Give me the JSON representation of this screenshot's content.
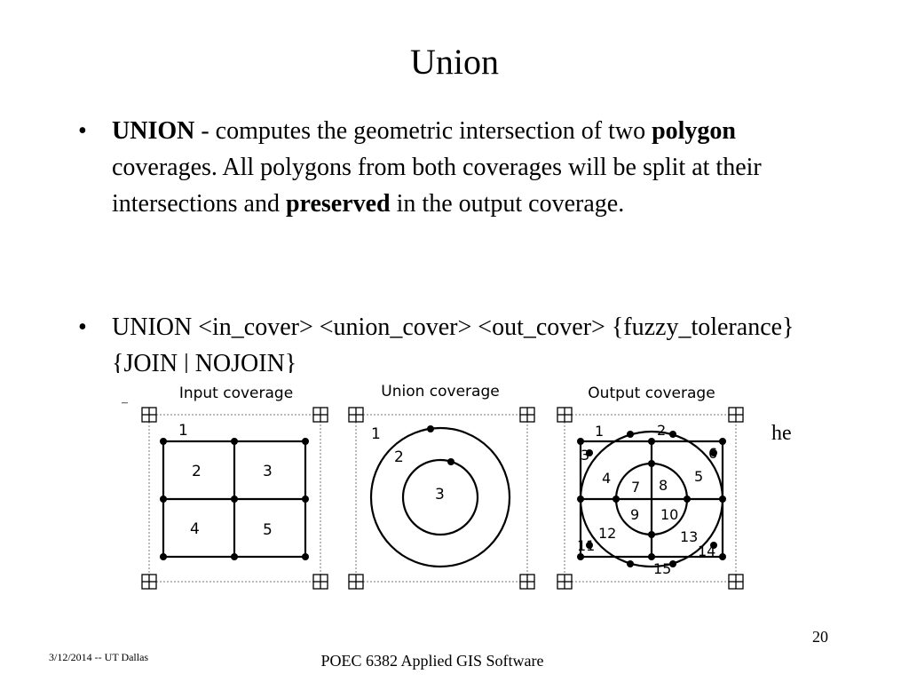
{
  "slide": {
    "title": "Union",
    "bullet_char": "•",
    "bullets": [
      {
        "parts": [
          {
            "text": "UNION",
            "bold": true
          },
          {
            "text": " - computes the geometric intersection of two ",
            "bold": false
          },
          {
            "text": "polygon",
            "bold": true
          },
          {
            "text": " coverages. All polygons from both coverages will be split at their intersections and  ",
            "bold": false
          },
          {
            "text": "preserved",
            "bold": true
          },
          {
            "text": " in the output coverage.",
            "bold": false
          }
        ]
      },
      {
        "parts": [
          {
            "text": "UNION  <in_cover>  <union_cover>  <out_cover> {fuzzy_tolerance} {JOIN | NOJOIN}",
            "bold": false
          }
        ]
      }
    ],
    "stray_text": "he",
    "stray_tick": "–",
    "footer_date": "3/12/2014  -- UT Dallas",
    "footer_center": "POEC 6382 Applied GIS Software",
    "page_number": "20"
  },
  "figure": {
    "panels": [
      {
        "title": "Input coverage",
        "labels": [
          "1",
          "2",
          "3",
          "4",
          "5"
        ]
      },
      {
        "title": "Union coverage",
        "labels": [
          "1",
          "2",
          "3"
        ]
      },
      {
        "title": "Output coverage",
        "labels": [
          "1",
          "2",
          "3",
          "4",
          "5",
          "6",
          "7",
          "8",
          "9",
          "10",
          "11",
          "12",
          "13",
          "14",
          "15"
        ]
      }
    ]
  }
}
